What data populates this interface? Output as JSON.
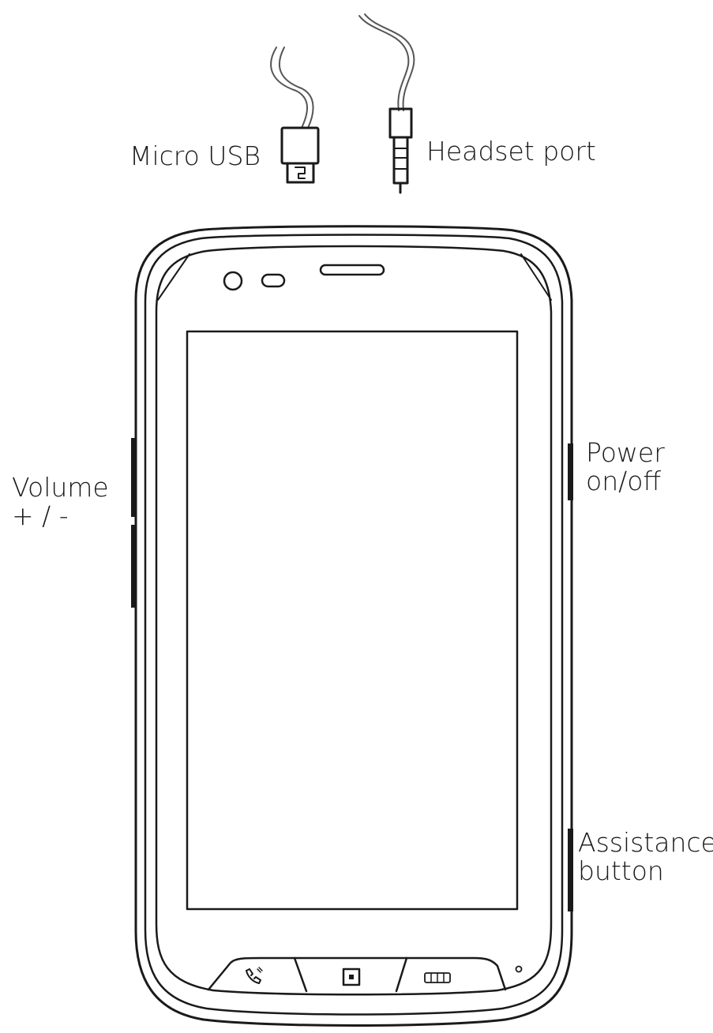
{
  "colors": {
    "line": "#1a1a1a",
    "text": "#1a1a1a",
    "background": "#ffffff",
    "cable": "#555555"
  },
  "labels": {
    "micro_usb": "Micro USB",
    "headset_port": "Headset port",
    "volume_line1": "Volume",
    "volume_line2": "+ / -",
    "power_line1": "Power",
    "power_line2": "on/off",
    "assistance_line1": "Assistance",
    "assistance_line2": "button"
  },
  "icons": {
    "left_key": "call-icon",
    "home_key": "home-square-icon",
    "right_key": "keyboard-icon",
    "front_camera": "camera-lens-icon",
    "proximity_sensor": "sensor-icon",
    "earpiece": "speaker-grille-icon"
  }
}
